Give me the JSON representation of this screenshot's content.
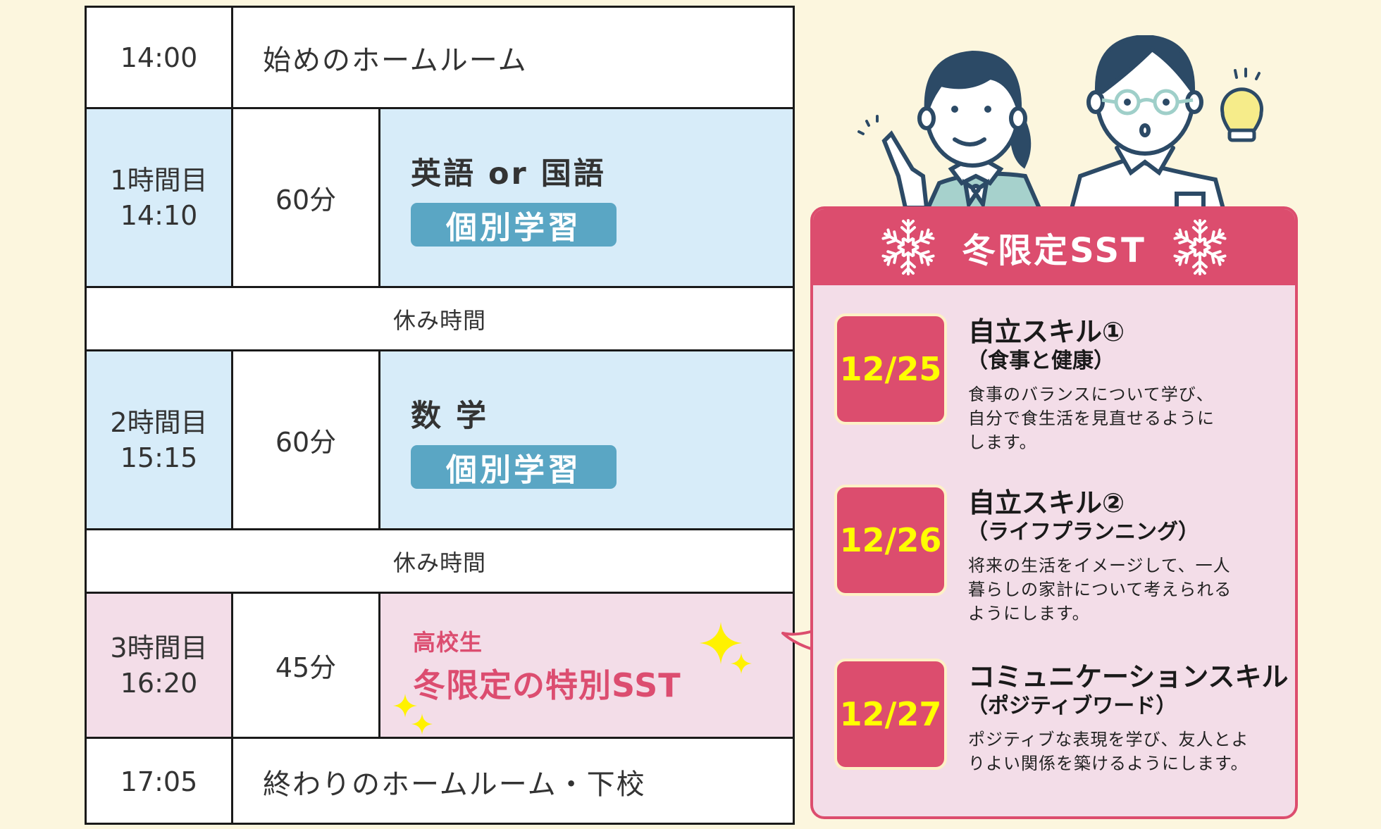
{
  "schedule": {
    "rows": [
      {
        "time": "14:00",
        "label": "始めのホームルーム"
      },
      {
        "period": "1時間目",
        "time": "14:10",
        "duration": "60分",
        "subject": "英語 or 国語",
        "badge": "個別学習"
      },
      {
        "break": "休み時間"
      },
      {
        "period": "2時間目",
        "time": "15:15",
        "duration": "60分",
        "subject": "数 学",
        "badge": "個別学習"
      },
      {
        "break": "休み時間"
      },
      {
        "period": "3時間目",
        "time": "16:20",
        "duration": "45分",
        "subject_small": "高校生",
        "subject_big": "冬限定の特別SST"
      },
      {
        "time": "17:05",
        "label": "終わりのホームルーム・下校"
      }
    ]
  },
  "panel": {
    "title": "冬限定SST",
    "items": [
      {
        "date": "12/25",
        "title": "自立スキル①",
        "subtitle": "（食事と健康）",
        "description": "食事のバランスについて学び、\n自分で食生活を見直せるように\nします。"
      },
      {
        "date": "12/26",
        "title": "自立スキル②",
        "subtitle": "（ライフプランニング）",
        "description": "将来の生活をイメージして、一人\n暮らしの家計について考えられる\nようにします。"
      },
      {
        "date": "12/27",
        "title": "コミュニケーションスキル",
        "subtitle": "（ポジティブワード）",
        "description": "ポジティブな表現を学び、友人とよ\nりよい関係を築けるようにします。"
      }
    ]
  },
  "colors": {
    "background": "#fcf6de",
    "blue_row": "#d7ecf9",
    "pink_row": "#f3dde8",
    "badge_blue": "#5aa6c4",
    "accent_pink": "#dc4d6e",
    "date_yellow": "#ffff00"
  },
  "icons": [
    "snowflake-icon",
    "sparkle-icon",
    "lightbulb-icon",
    "students-illustration"
  ]
}
